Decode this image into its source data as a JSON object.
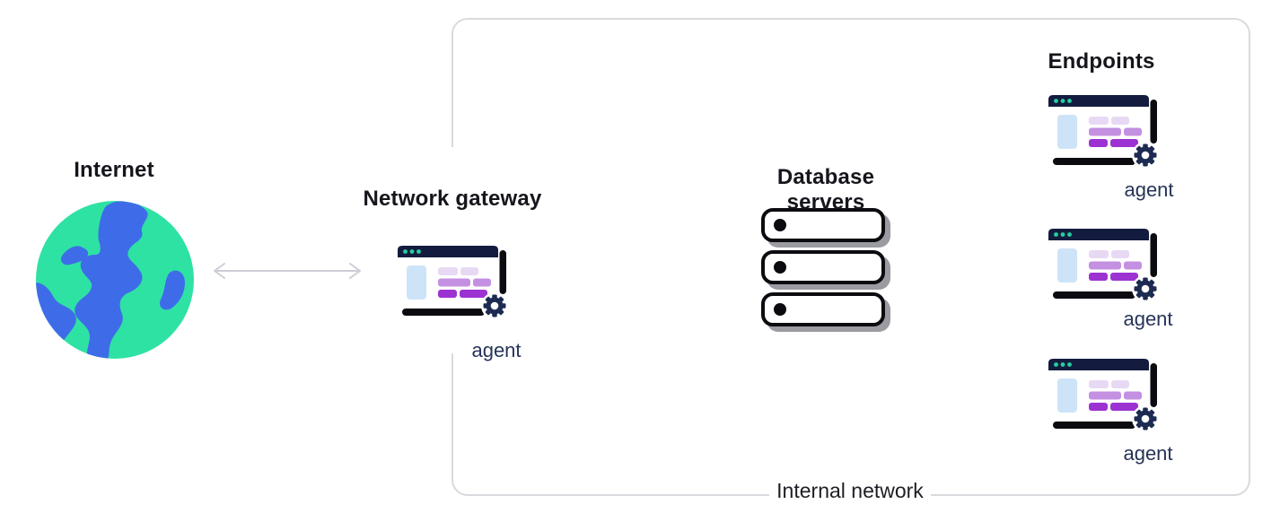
{
  "diagram": {
    "internet": {
      "label": "Internet",
      "icon": "globe-icon"
    },
    "link": {
      "icon": "bidirectional-arrow-icon",
      "direction": "bidirectional"
    },
    "gateway": {
      "label": "Network gateway",
      "agent_label": "agent",
      "icon": "agent-window-icon"
    },
    "database_servers": {
      "label": "Database servers",
      "count": 3,
      "icon": "server-rack-icon"
    },
    "endpoints": {
      "label": "Endpoints",
      "items": [
        {
          "agent_label": "agent",
          "icon": "agent-window-icon"
        },
        {
          "agent_label": "agent",
          "icon": "agent-window-icon"
        },
        {
          "agent_label": "agent",
          "icon": "agent-window-icon"
        }
      ]
    },
    "internal_network": {
      "label": "Internal network"
    }
  },
  "colors": {
    "heading_text": "#15161c",
    "label_text": "#1d1e24",
    "agent_text": "#273459",
    "border_gray": "#d9dade",
    "arrow_gray": "#ccced6",
    "globe_green": "#2ee2a4",
    "globe_blue": "#3e6ce8",
    "navy": "#131c3e",
    "ink": "#0b0b10",
    "dot_teal": "#25cfa2",
    "pane_blue": "#cde4f8",
    "purple_light": "#e7d9f3",
    "purple_mid": "#c490e2",
    "purple": "#9c32d2",
    "gear_navy": "#1d2b52",
    "server_shadow": "#9b9ca1"
  }
}
